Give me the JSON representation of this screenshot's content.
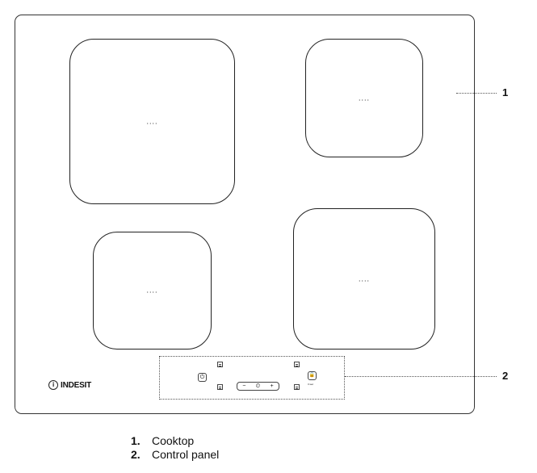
{
  "cooktop": {
    "zone_indicator": "....",
    "brand": "INDESIT",
    "brand_mark": "i"
  },
  "control_panel": {
    "slider_minus": "−",
    "slider_plus": "+",
    "timer_symbol": "⏲",
    "power_symbol": "⏻",
    "lock_symbol": "🔒",
    "lock_label": "3 sec"
  },
  "callouts": [
    "1",
    "2"
  ],
  "legend": [
    {
      "number": "1.",
      "label": "Cooktop"
    },
    {
      "number": "2.",
      "label": "Control panel"
    }
  ]
}
